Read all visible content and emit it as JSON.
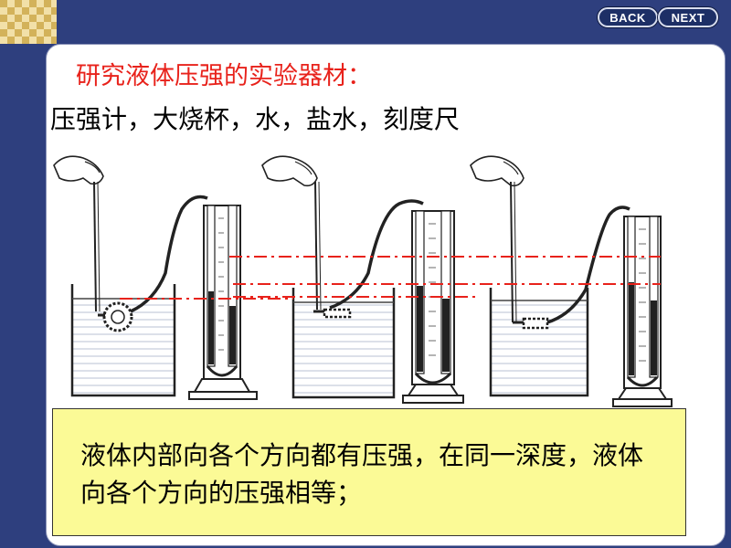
{
  "nav": {
    "back_label": "BACK",
    "next_label": "NEXT"
  },
  "slide": {
    "title": "研究液体压强的实验器材：",
    "equipment": "压强计，大烧杯，水，盐水，刻度尺",
    "conclusion": "液体内部向各个方向都有压强，在同一深度，液体向各个方向的压强相等；"
  },
  "colors": {
    "title": "#e8221b",
    "guide_lines": "#e8221b",
    "caption_bg": "#fbfa96",
    "frame": "#2e3f7e"
  },
  "icons": [
    "hand-icon",
    "beaker-icon",
    "u-tube-manometer-icon",
    "pressure-probe-icon",
    "rubber-hose-icon"
  ]
}
